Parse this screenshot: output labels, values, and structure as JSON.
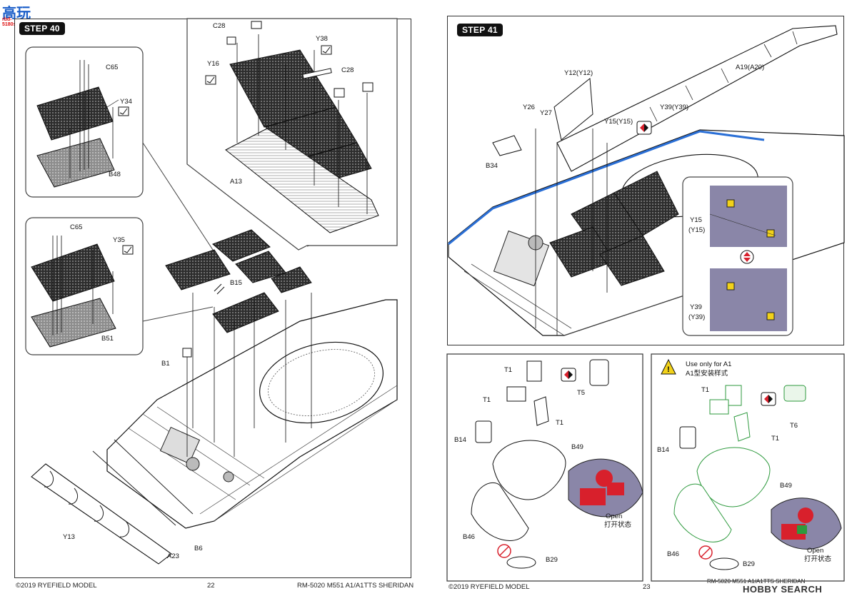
{
  "watermark_top": {
    "brand": "高玩",
    "site": "rbd-5180s.com"
  },
  "watermark_bottom": "HOBBY SEARCH",
  "left_page": {
    "step": "STEP 40",
    "labels": {
      "c65a": "C65",
      "y34": "Y34",
      "b48": "B48",
      "c65b": "C65",
      "y35": "Y35",
      "b51": "B51",
      "c28a": "C28",
      "y38": "Y38",
      "y16": "Y16",
      "c28b": "C28",
      "a13": "A13",
      "b15": "B15",
      "b1": "B1",
      "y13": "Y13",
      "a23": "A23",
      "b6": "B6"
    },
    "footer": {
      "copyright": "©2019 RYEFIELD MODEL",
      "page": "22",
      "title": "RM-5020 M551 A1/A1TTS SHERIDAN"
    }
  },
  "right_page": {
    "step": "STEP 41",
    "labels": {
      "a19": "A19(A20)",
      "y12": "Y12(Y12)",
      "y26": "Y26",
      "y27": "Y27",
      "y15": "Y15(Y15)",
      "y39": "Y39(Y39)",
      "b34": "B34",
      "d_y15a": "Y15",
      "d_y15b": "(Y15)",
      "d_y39a": "Y39",
      "d_y39b": "(Y39)"
    },
    "panel_a": {
      "t1a": "T1",
      "t1b": "T1",
      "t1c": "T1",
      "t5": "T5",
      "b14": "B14",
      "b49": "B49",
      "b46": "B46",
      "b29": "B29",
      "open_en": "Open",
      "open_cn": "打开状态"
    },
    "panel_b": {
      "note_en": "Use only for A1",
      "note_cn": "A1型安装样式",
      "t1a": "T1",
      "t1b": "T1",
      "t6": "T6",
      "b14": "B14",
      "b49": "B49",
      "b46": "B46",
      "b29": "B29",
      "open_en": "Open",
      "open_cn": "打开状态"
    },
    "footer": {
      "copyright": "©2019 RYEFIELD MODEL",
      "page": "23",
      "title": "RM-5020 M551 A1/A1TTS SHERIDAN"
    }
  },
  "colors": {
    "blue_part": "#2a6fd6",
    "red_part": "#d8202c",
    "green_part": "#2e9a3e",
    "purple_detail": "#8a86a8"
  }
}
